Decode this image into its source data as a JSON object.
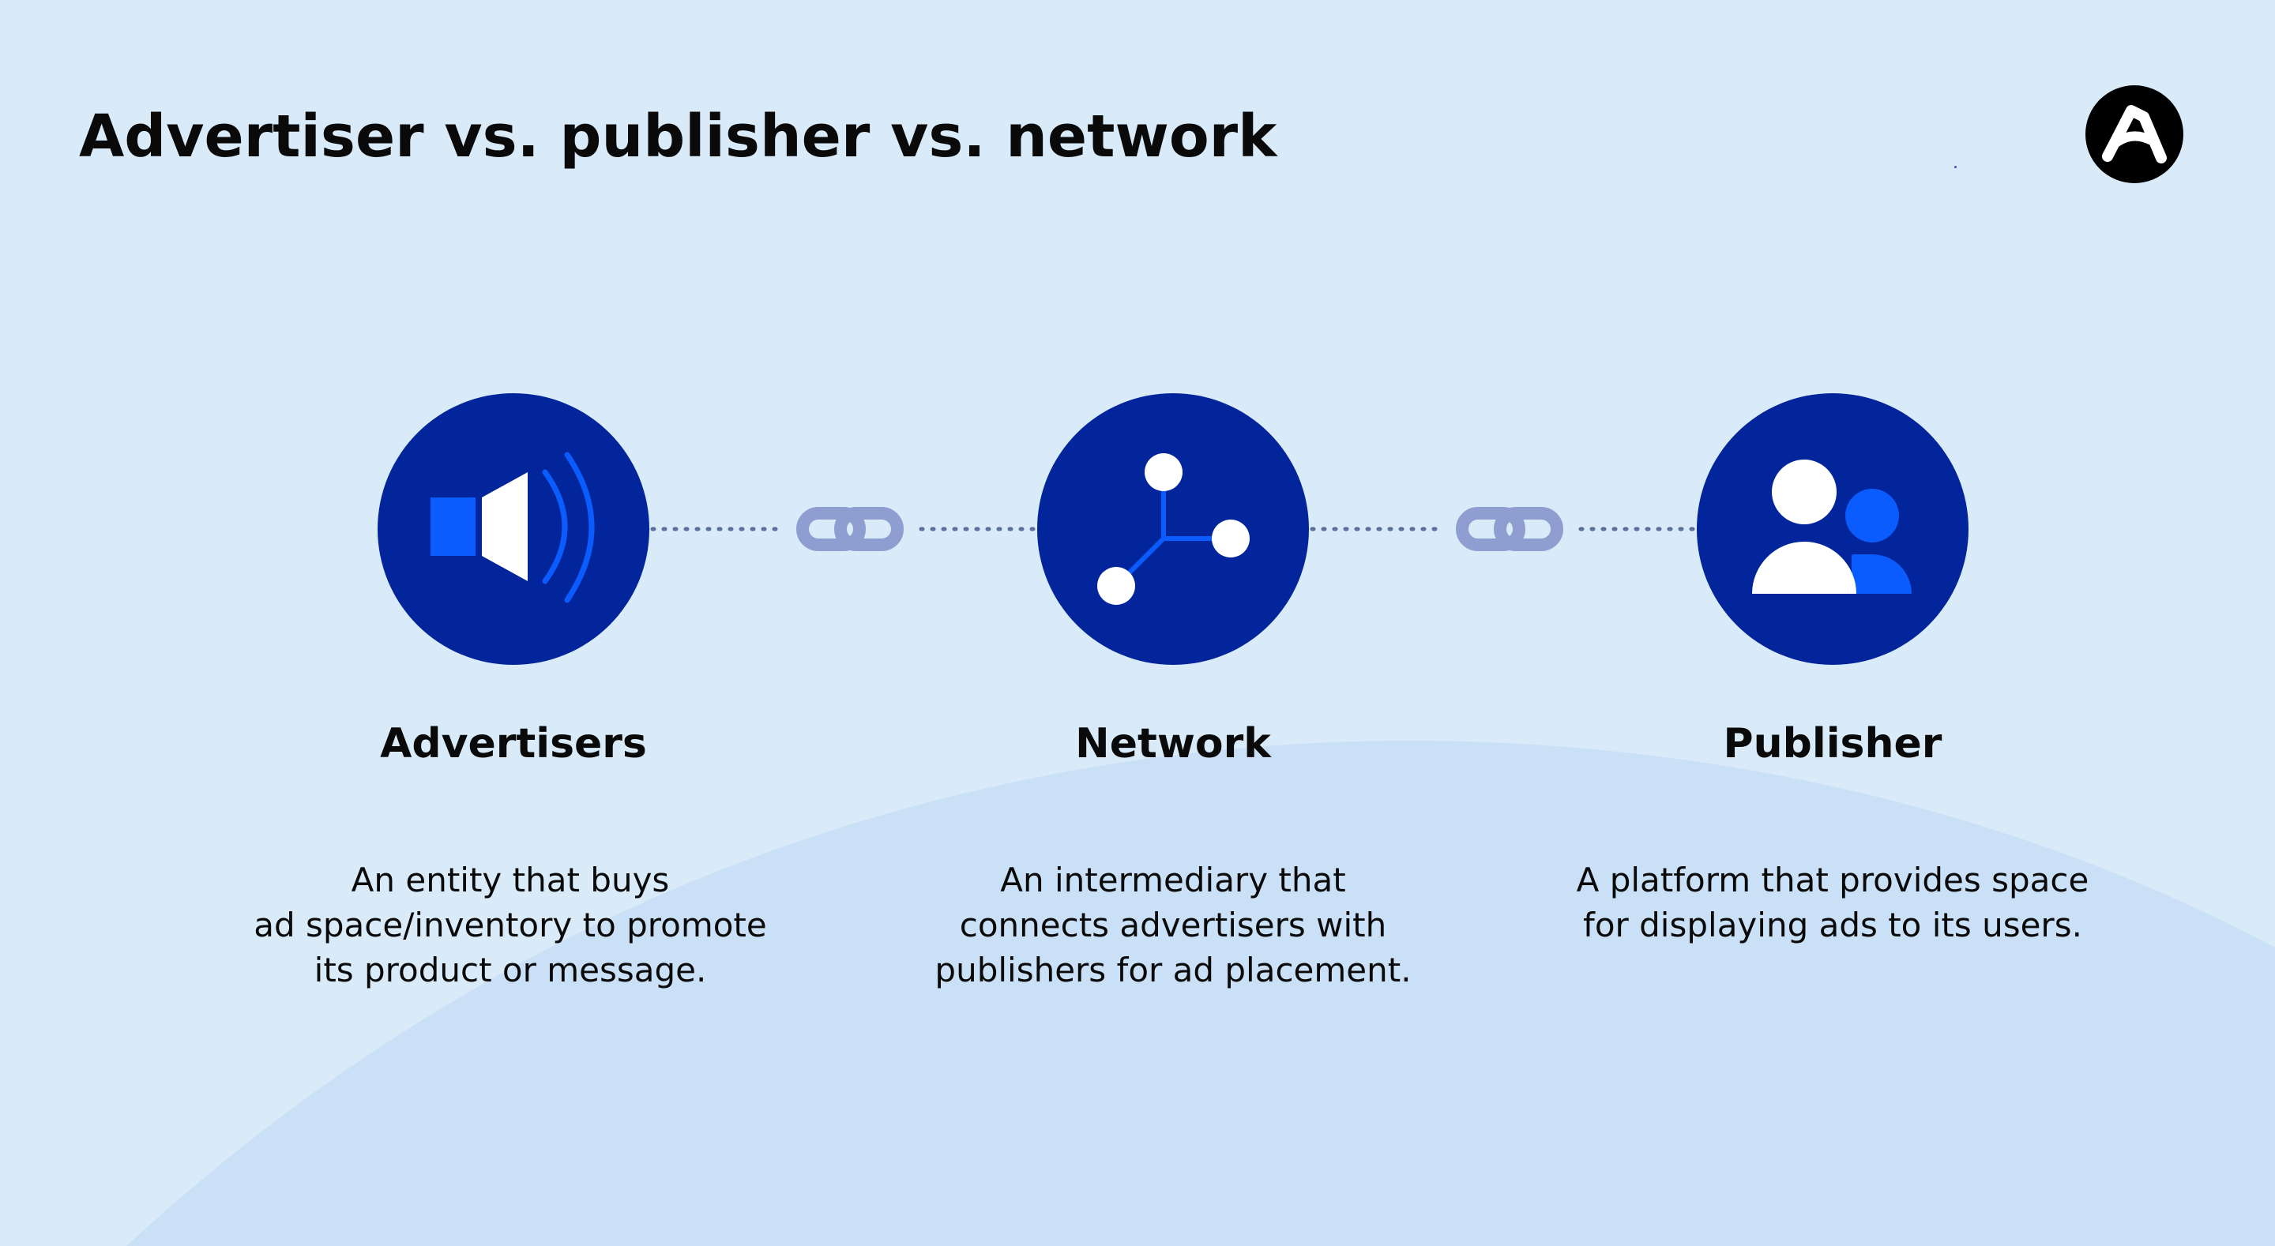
{
  "title": "Advertiser vs. publisher vs. network",
  "logo": {
    "icon": "brand-a-logo-icon",
    "color": "#000000"
  },
  "colors": {
    "background": "#d9eaf8",
    "arc": "#c9e0f6",
    "circle": "#02259b",
    "accent_blue": "#0a5cff",
    "link": "#8f9ed0",
    "dots": "#5a6f9c"
  },
  "entities": [
    {
      "icon": "megaphone-speaker-icon",
      "name": "Advertisers",
      "description": [
        "An entity that buys",
        "ad space/inventory to promote",
        "its product or message."
      ]
    },
    {
      "icon": "network-nodes-icon",
      "name": "Network",
      "description": [
        "An intermediary that",
        "connects advertisers with",
        "publishers for ad placement."
      ]
    },
    {
      "icon": "users-icon",
      "name": "Publisher",
      "description": [
        "A platform that provides space",
        "for displaying ads to its users."
      ]
    }
  ],
  "connectors": [
    {
      "icon": "chain-link-icon"
    },
    {
      "icon": "chain-link-icon"
    }
  ]
}
